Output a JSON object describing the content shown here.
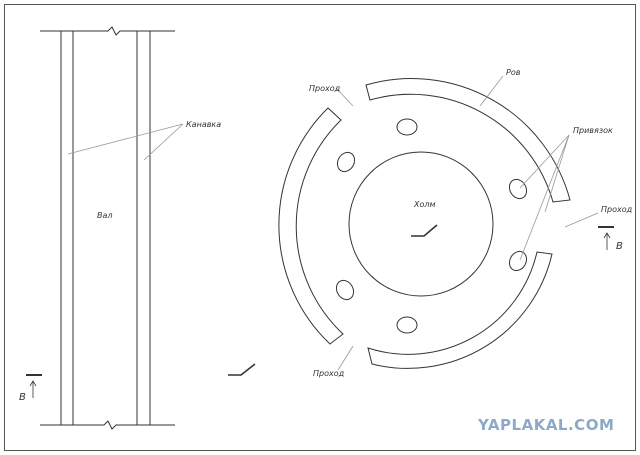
{
  "labels": {
    "val": "Вал",
    "kanavka": "Канавка",
    "proxod_top": "Проход",
    "rov": "Ров",
    "privyazok": "Привязок",
    "proxod_right": "Проход",
    "xolm": "Холм",
    "proxod_bottom": "Проход",
    "section_left": "В",
    "section_right": "В"
  },
  "watermark": "YAPLAKAL.COM",
  "colors": {
    "line": "#333333",
    "leader": "#999999",
    "watermark": "#8ea9c8"
  }
}
